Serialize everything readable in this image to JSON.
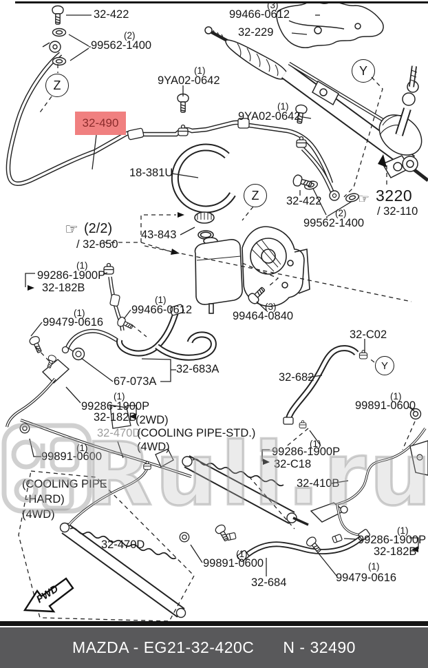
{
  "footer": {
    "catalog_code": "MAZDA - EG21-32-420C",
    "part_number": "N - 32490"
  },
  "watermark": {
    "text": "Ruli.ru"
  },
  "views": {
    "z": "Z",
    "y": "Y"
  },
  "icons": {
    "pointing_hand": "☞"
  },
  "highlight": {
    "selected_part": "32-490"
  },
  "labels": {
    "p32422": "32-422",
    "p99562": "99562-1400",
    "p99466": "99466-0612",
    "p32229": "32-229",
    "p9ya02": "9YA02-0642",
    "p32490": "32-490",
    "p18381u": "18-381U",
    "p3220": "3220",
    "p32110": "/ 32-110",
    "ref22": "(2/2)",
    "p32650": "/ 32-650",
    "p43843": "43-843",
    "p99286": "99286-1900P",
    "p32182b": "32-182B",
    "p99479": "99479-0616",
    "p67073a": "67-073A",
    "p32683a": "32-683A",
    "p99464": "99464-0840",
    "p32c02": "32-C02",
    "p32682": "32-682",
    "p99891": "99891-0600",
    "p32470d": "32-470D",
    "p32c18": "32-C18",
    "p32410b": "32-410B",
    "p32684": "32-684"
  },
  "qty": {
    "one": "(1)",
    "two": "(2)",
    "three": "(3)"
  },
  "notes": {
    "two_wd": "(2WD)",
    "cooling_std": "(COOLING PIPE-STD.)",
    "four_wd": "(4WD)",
    "cooling_hard_line1": "(COOLING PIPE",
    "cooling_hard_line2": "-HARD)",
    "fwd": "FWD"
  },
  "colors": {
    "highlight_bg": "#f08080",
    "highlight_text": "#8b2b2b",
    "footer_bg": "#59595b",
    "footer_text": "#ffffff",
    "line": "#222222",
    "watermark": "#9a9a9a"
  }
}
